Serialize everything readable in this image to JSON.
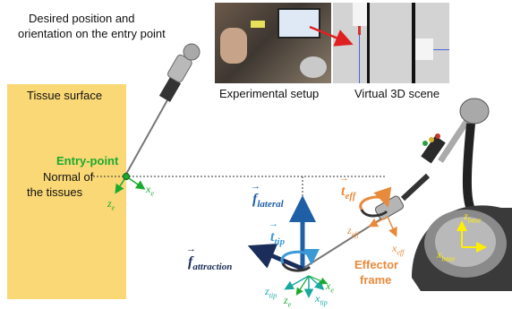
{
  "labels": {
    "desired_line1": "Desired position and",
    "desired_line2": "orientation on the entry point",
    "tissue_surface": "Tissue surface",
    "entry_point": "Entry-point",
    "normal_line1": "Normal of",
    "normal_line2": "the tissues",
    "experimental_setup": "Experimental setup",
    "virtual_scene": "Virtual 3D scene",
    "effector_line1": "Effector",
    "effector_line2": "frame"
  },
  "symbols": {
    "z_e": "z",
    "x_e": "x",
    "sub_e": "e",
    "f_lateral": "f",
    "sub_lateral": "lateral",
    "t_tip": "t",
    "sub_tip": "tip",
    "f_attraction": "f",
    "sub_attraction": "attraction",
    "t_eff": "t",
    "sub_eff": "eff",
    "z_eff": "z",
    "x_eff": "x",
    "z_tip": "z",
    "x_tip": "x",
    "z_base": "z",
    "x_base": "x",
    "sub_base": "base",
    "vec_mark": "→"
  },
  "colors": {
    "tissue": "#fad875",
    "green": "#1aab2e",
    "teal": "#19a8a0",
    "blue_dark": "#1f5fa6",
    "blue_light": "#3b9ad6",
    "navy": "#1b2d5a",
    "orange": "#e88a3c",
    "yellow": "#ffee00"
  }
}
